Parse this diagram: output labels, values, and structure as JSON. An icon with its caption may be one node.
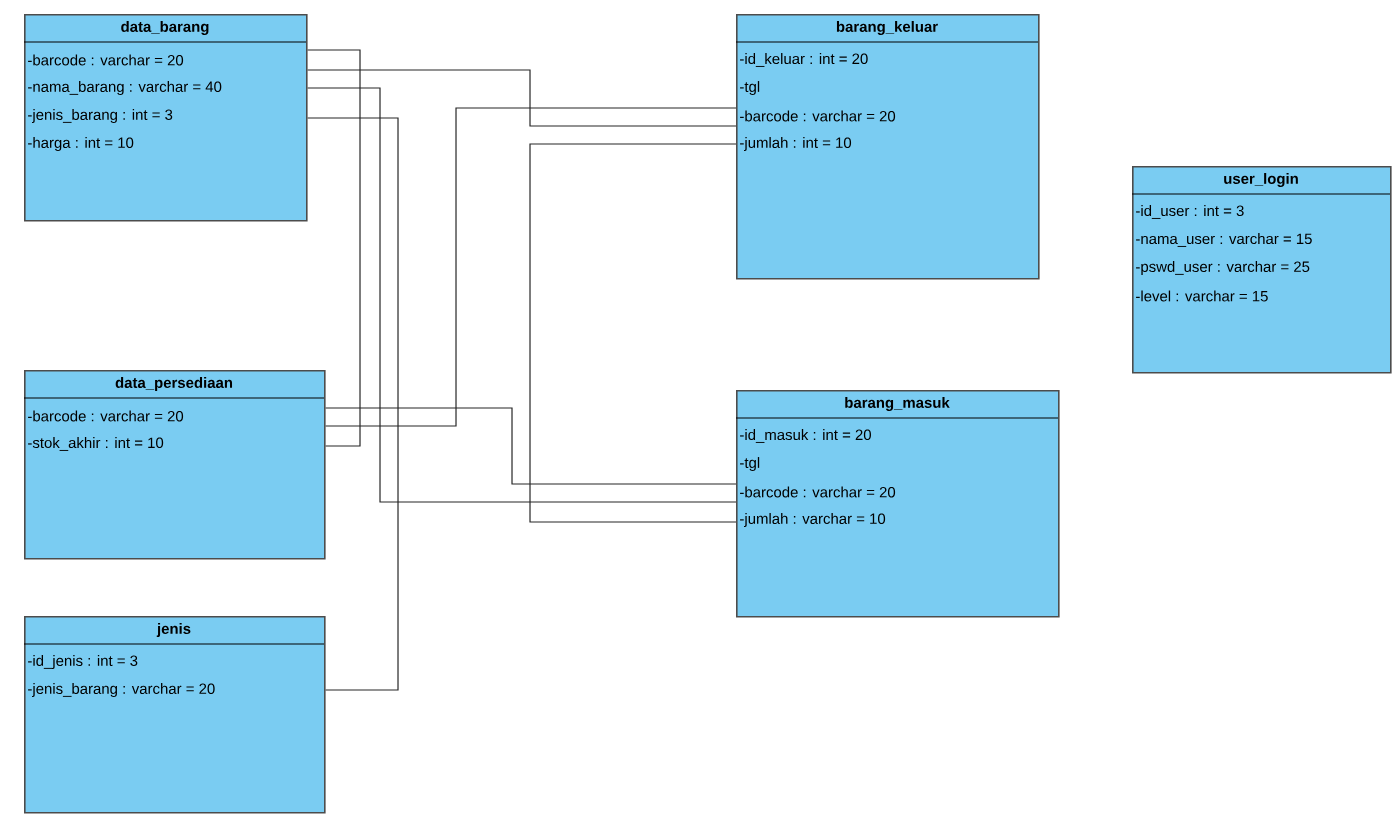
{
  "diagram": {
    "nodes": [
      {
        "text": [
          "data_barang",
          "-barcode : varchar = 20",
          "-nama_barang : varchar = 40",
          "-jenis_barang : int = 3",
          "-harga : int = 10"
        ]
      },
      {
        "text": [
          "barang_keluar",
          "-id_keluar : int = 20",
          "-tgl",
          "-barcode : varchar = 20",
          "-jumlah : int = 10"
        ]
      },
      {
        "text": [
          "user_login",
          "-id_user : int = 3",
          "-nama_user : varchar = 15",
          "-pswd_user : varchar = 25",
          "-level : varchar = 15"
        ]
      },
      {
        "text": [
          "data_persediaan",
          "-barcode : varchar = 20",
          "-stok_akhir : int = 10"
        ]
      },
      {
        "text": [
          "barang_masuk",
          "-id_masuk : int = 20",
          "-tgl",
          "-barcode : varchar = 20",
          "-jumlah : varchar = 10"
        ]
      },
      {
        "text": [
          "jenis",
          "-id_jenis : int = 3",
          "-jenis_barang : varchar = 20"
        ]
      }
    ],
    "edges": [
      {
        "from": 0,
        "to": 3,
        "arrow": "none"
      },
      {
        "from": 0,
        "to": 1,
        "arrow": "none"
      },
      {
        "from": 0,
        "to": 4,
        "arrow": "none"
      },
      {
        "from": 0,
        "to": 5,
        "arrow": "none"
      },
      {
        "from": 3,
        "to": 1,
        "arrow": "none"
      },
      {
        "from": 1,
        "to": 4,
        "arrow": "none"
      },
      {
        "from": 3,
        "to": 4,
        "arrow": "none"
      }
    ]
  }
}
